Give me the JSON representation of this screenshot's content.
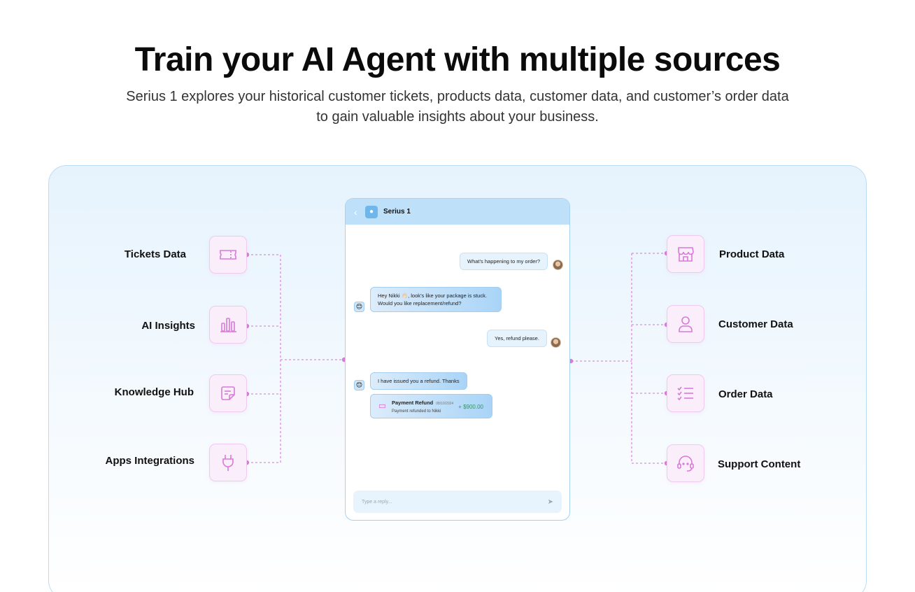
{
  "hero": {
    "title": "Train your AI Agent with multiple sources",
    "subtitle": "Serius 1 explores your historical customer tickets, products data, customer data, and customer’s order data to gain valuable insights about your business."
  },
  "colors": {
    "accent_pink": "#d77ad8",
    "chat_header": "#bfe0f9",
    "panel_border": "#bcdcf3"
  },
  "sources_left": [
    {
      "label": "Tickets Data",
      "icon": "ticket-icon"
    },
    {
      "label": "AI Insights",
      "icon": "bar-chart-icon"
    },
    {
      "label": "Knowledge Hub",
      "icon": "note-icon"
    },
    {
      "label": "Apps Integrations",
      "icon": "plug-icon"
    }
  ],
  "sources_right": [
    {
      "label": "Product Data",
      "icon": "storefront-icon"
    },
    {
      "label": "Customer Data",
      "icon": "person-icon"
    },
    {
      "label": "Order Data",
      "icon": "checklist-icon"
    },
    {
      "label": "Support Content",
      "icon": "headset-icon"
    }
  ],
  "chat": {
    "agent_name": "Serius 1",
    "messages": [
      {
        "from": "user",
        "text": "What’s happening to my order?"
      },
      {
        "from": "bot",
        "line1": "Hey Nikki 👋🏻, look’s like your package is stuck.",
        "line2": "Would you like replacement/refund?"
      },
      {
        "from": "user",
        "text": "Yes, refund please."
      },
      {
        "from": "bot",
        "text": "I have issued you a refund. Thanks"
      }
    ],
    "payment": {
      "title": "Payment Refund",
      "date": "08/10/2024",
      "subtitle": "Payment refunded to Nikki",
      "amount": "+ $900.00"
    },
    "reply_placeholder": "Type a reply..."
  }
}
